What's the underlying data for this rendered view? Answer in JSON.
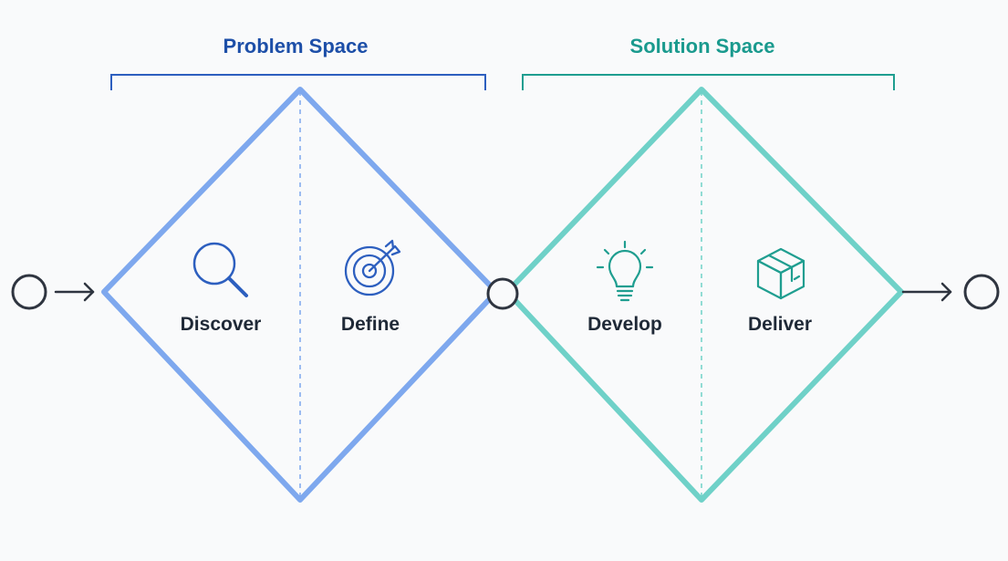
{
  "colors": {
    "problem_outline": "#7ea8ee",
    "problem_text": "#1d4fa8",
    "problem_icon": "#2d5fbf",
    "solution_outline": "#6fd1c8",
    "solution_text": "#1a9a8e",
    "solution_icon": "#1f9e90",
    "node_stroke": "#2f3540",
    "label_text": "#1f2937"
  },
  "sections": {
    "problem": {
      "label": "Problem Space"
    },
    "solution": {
      "label": "Solution Space"
    }
  },
  "phases": [
    {
      "id": "discover",
      "label": "Discover",
      "icon": "magnifier-icon"
    },
    {
      "id": "define",
      "label": "Define",
      "icon": "target-icon"
    },
    {
      "id": "develop",
      "label": "Develop",
      "icon": "lightbulb-icon"
    },
    {
      "id": "deliver",
      "label": "Deliver",
      "icon": "package-icon"
    }
  ]
}
